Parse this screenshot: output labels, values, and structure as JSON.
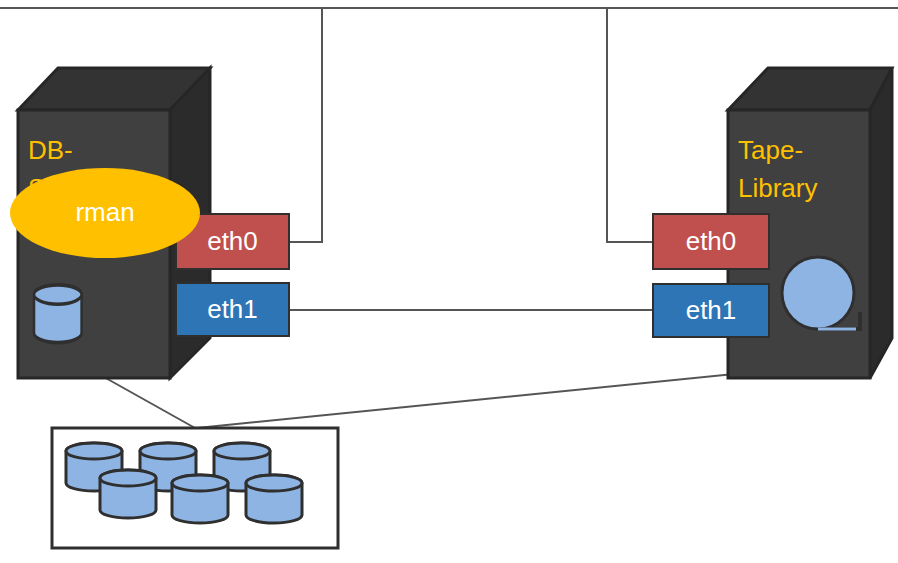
{
  "diagram": {
    "nodes": [
      {
        "text": [
          "DB-Server"
        ]
      },
      {
        "text": [
          "rman"
        ],
        "in": 0
      },
      {
        "text": [
          "eth0"
        ],
        "in": 0
      },
      {
        "text": [
          "eth1"
        ],
        "in": 0
      },
      {
        "text": [
          "Tape- Library"
        ]
      },
      {
        "text": [
          "eth0"
        ],
        "in": 4
      },
      {
        "text": [
          "eth1"
        ],
        "in": 4
      }
    ],
    "edges": [
      {
        "from": 3,
        "to": 6,
        "arrow": "none"
      }
    ]
  }
}
